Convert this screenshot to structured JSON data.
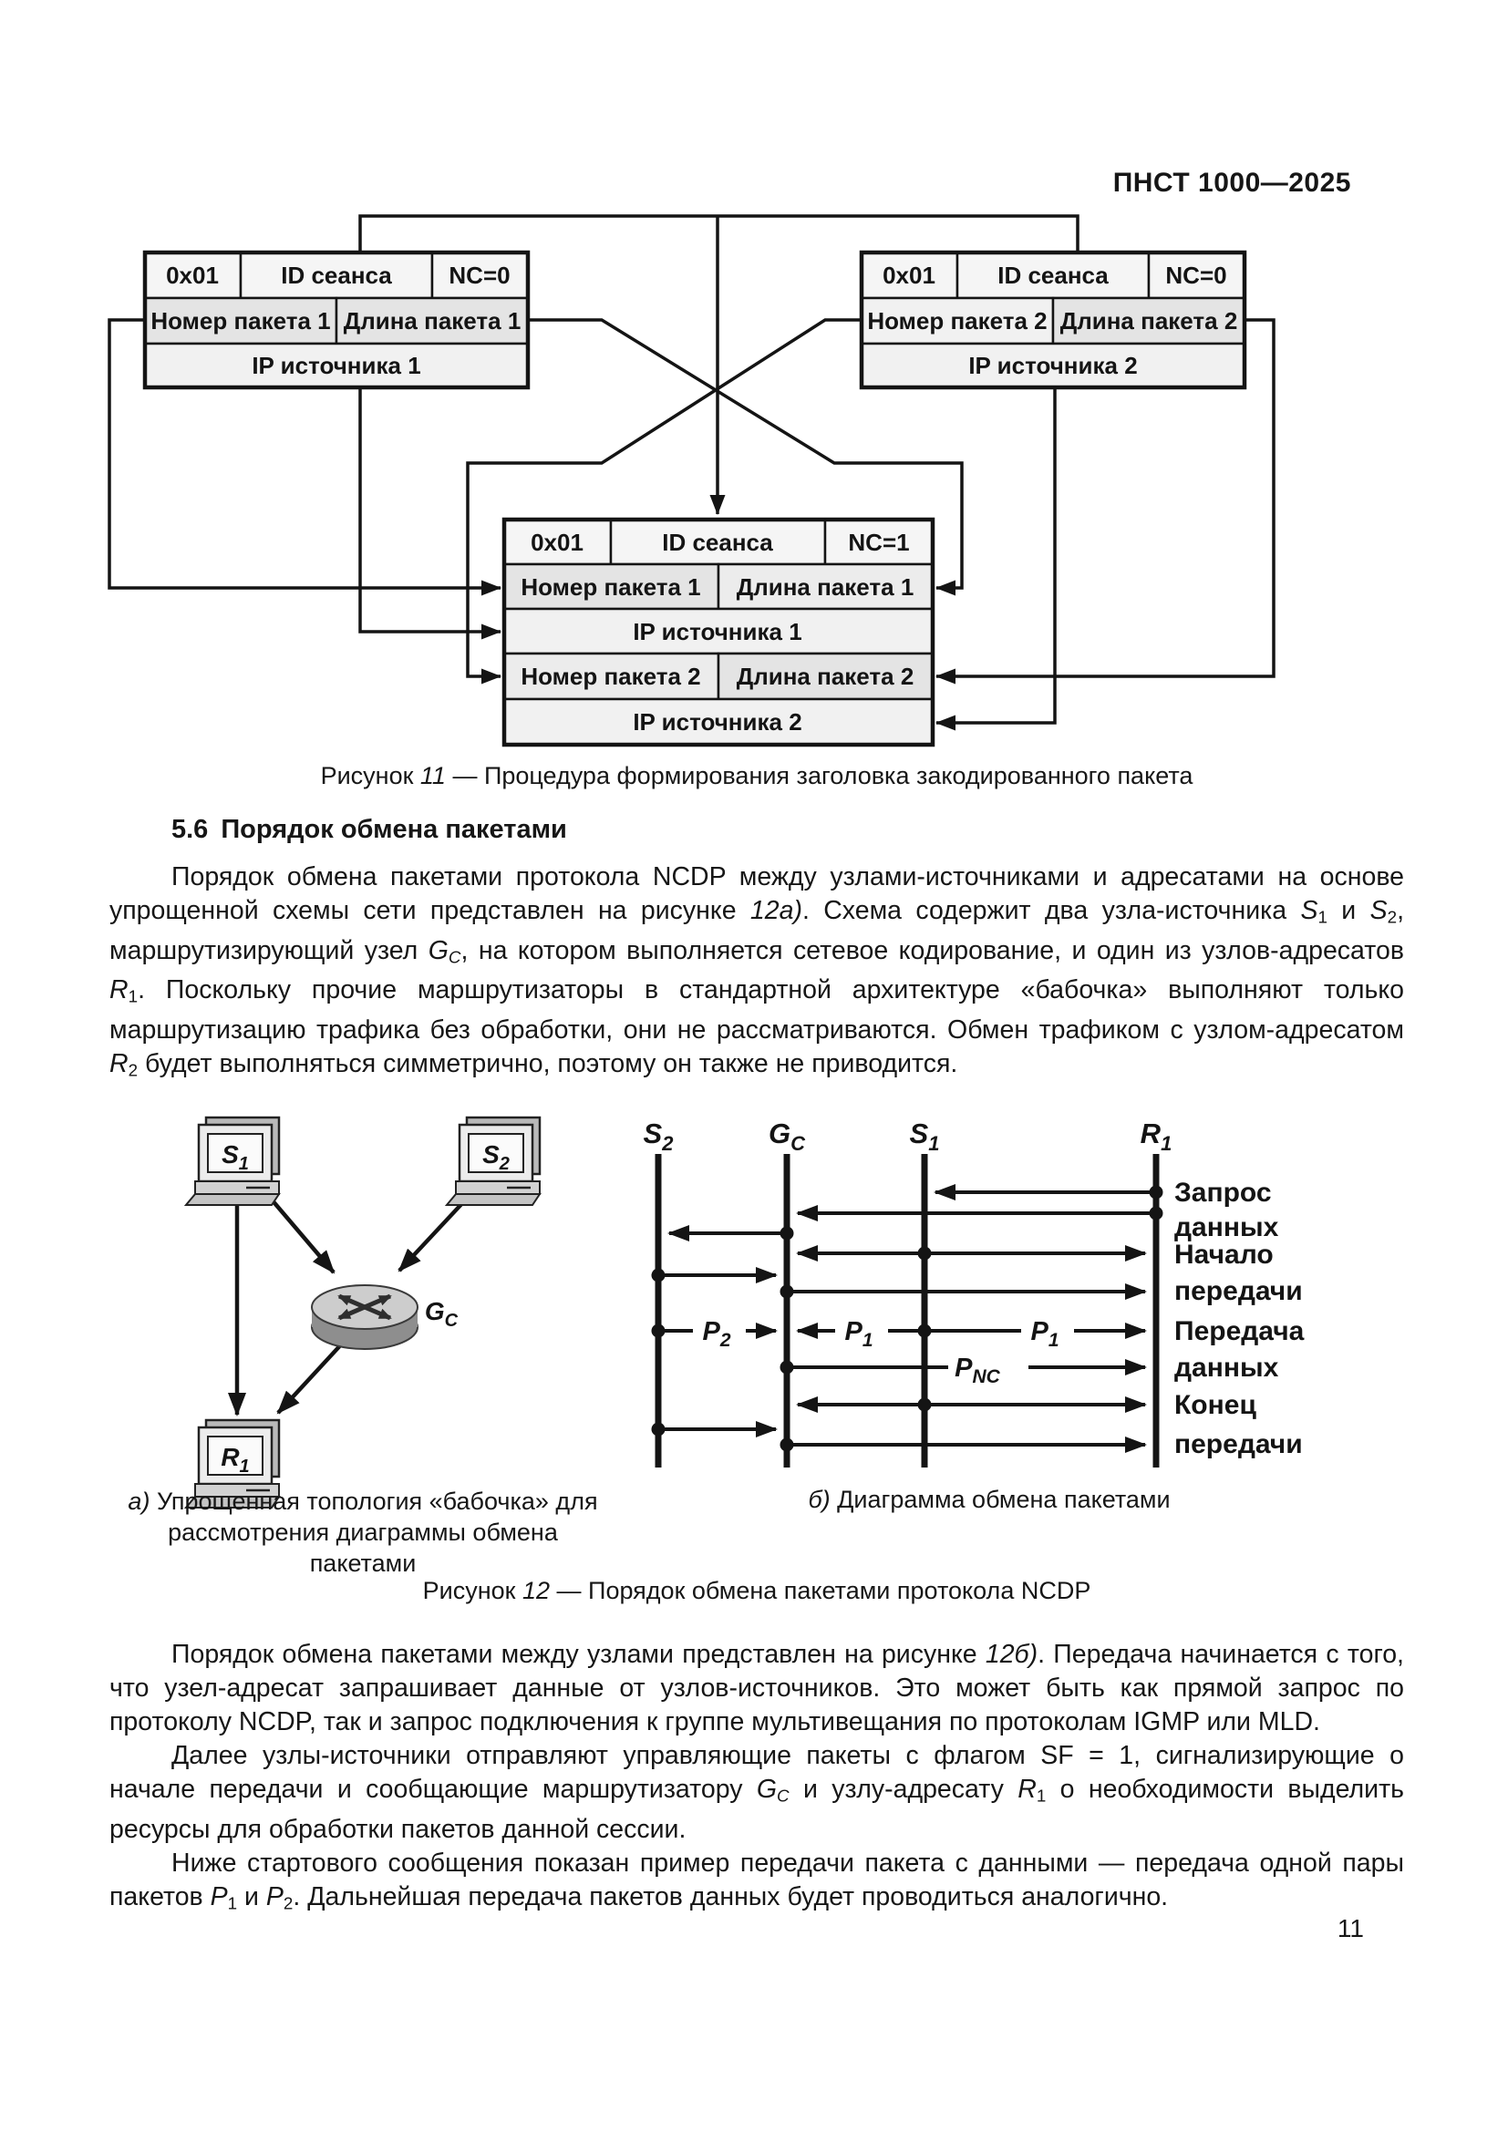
{
  "header": {
    "doc_code": "ПНСТ 1000—2025"
  },
  "page_number": "11",
  "palette": {
    "ink": "#141414",
    "cell_light": "#f3f3f3",
    "cell_lighter": "#f7f7f7",
    "cell_gray": "#e4e4e4"
  },
  "figure11": {
    "caption_runs": [
      {
        "t": "Рисунок "
      },
      {
        "t": "11",
        "i": 1
      },
      {
        "t": " — Процедура формирования заголовка закодированного пакета"
      }
    ],
    "packet1": {
      "f1": "0x01",
      "f2": "ID сеанса",
      "f3": "NC=0",
      "f4": "Номер пакета 1",
      "f5": "Длина пакета 1",
      "f6": "IP источника 1"
    },
    "packet2": {
      "f1": "0x01",
      "f2": "ID сеанса",
      "f3": "NC=0",
      "f4": "Номер пакета 2",
      "f5": "Длина пакета 2",
      "f6": "IP источника 2"
    },
    "coded": {
      "f1": "0x01",
      "f2": "ID сеанса",
      "f3": "NC=1",
      "f4": "Номер пакета 1",
      "f5": "Длина пакета 1",
      "f6": "IP источника 1",
      "f7": "Номер пакета 2",
      "f8": "Длина пакета 2",
      "f9": "IP источника 2"
    }
  },
  "section": {
    "number": "5.6",
    "title": "Порядок обмена пакетами"
  },
  "paragraphs": {
    "p1": [
      {
        "t": "Порядок обмена пакетами протокола NCDP между узлами-источниками и адресатами на основе упрощенной схемы сети представлен на рисунке "
      },
      {
        "t": "12а)",
        "i": 1
      },
      {
        "t": ". Схема содержит два узла-источника "
      },
      {
        "t": "S",
        "i": 1
      },
      {
        "t": "1",
        "sub": 1
      },
      {
        "t": " и "
      },
      {
        "t": "S",
        "i": 1
      },
      {
        "t": "2",
        "sub": 1
      },
      {
        "t": ", маршрутизирующий узел "
      },
      {
        "t": "G",
        "i": 1
      },
      {
        "t": "C",
        "i": 1,
        "sub": 1
      },
      {
        "t": ", на котором выполняется сетевое кодирование, и один из узлов-адресатов "
      },
      {
        "t": "R",
        "i": 1
      },
      {
        "t": "1",
        "sub": 1
      },
      {
        "t": ". Поскольку прочие маршрутизаторы в стандартной архитектуре «бабочка» выполняют только маршрутизацию трафика без обработки, они не рассматриваются. Обмен трафиком с узлом-адресатом "
      },
      {
        "t": "R",
        "i": 1
      },
      {
        "t": "2",
        "sub": 1
      },
      {
        "t": " будет выполняться симметрично, поэтому он также не приводится."
      }
    ],
    "p2": [
      {
        "t": "Порядок обмена пакетами между узлами представлен на рисунке "
      },
      {
        "t": "12б)",
        "i": 1
      },
      {
        "t": ". Передача начинается с того, что узел-адресат запрашивает данные от узлов-источников. Это может быть как прямой запрос по протоколу NCDP, так и запрос подключения к группе мультивещания по протоколам IGMP или MLD."
      }
    ],
    "p3": [
      {
        "t": "Далее узлы-источники отправляют управляющие пакеты с флагом SF = 1, сигнализирующие о начале передачи и сообщающие маршрутизатору "
      },
      {
        "t": "G",
        "i": 1
      },
      {
        "t": "C",
        "i": 1,
        "sub": 1
      },
      {
        "t": " и узлу-адресату "
      },
      {
        "t": "R",
        "i": 1
      },
      {
        "t": "1",
        "sub": 1
      },
      {
        "t": " о необходимости выделить ресурсы для обработки пакетов данной сессии."
      }
    ],
    "p4": [
      {
        "t": "Ниже стартового сообщения показан пример передачи пакета с данными — передача одной пары пакетов "
      },
      {
        "t": "P",
        "i": 1
      },
      {
        "t": "1",
        "sub": 1
      },
      {
        "t": " и "
      },
      {
        "t": "P",
        "i": 1
      },
      {
        "t": "2",
        "sub": 1
      },
      {
        "t": ". Дальнейшая передача пакетов данных будет проводиться аналогично."
      }
    ]
  },
  "figure12": {
    "caption_runs": [
      {
        "t": "Рисунок "
      },
      {
        "t": "12",
        "i": 1
      },
      {
        "t": " — Порядок обмена пакетами протокола NCDP"
      }
    ],
    "topology": {
      "caption_line1": [
        {
          "t": "а)",
          "i": 1
        },
        {
          "t": " Упрощенная топология «бабочка» для"
        }
      ],
      "caption_line2": [
        {
          "t": "рассмотрения диаграммы обмена пакетами"
        }
      ],
      "nodes": {
        "s1": {
          "main": "S",
          "sub": "1"
        },
        "s2": {
          "main": "S",
          "sub": "2"
        },
        "gc": {
          "main": "G",
          "sub": "C"
        },
        "r1": {
          "main": "R",
          "sub": "1"
        }
      }
    },
    "sequence": {
      "caption_runs": [
        {
          "t": "б)",
          "i": 1
        },
        {
          "t": " Диаграмма обмена пакетами"
        }
      ],
      "lifelines": {
        "s2": {
          "main": "S",
          "sub": "2"
        },
        "gc": {
          "main": "G",
          "sub": "C"
        },
        "s1": {
          "main": "S",
          "sub": "1"
        },
        "r1": {
          "main": "R",
          "sub": "1"
        }
      },
      "packets": {
        "p2": {
          "main": "P",
          "sub": "2"
        },
        "p1a": {
          "main": "P",
          "sub": "1"
        },
        "p1b": {
          "main": "P",
          "sub": "1"
        },
        "pnc": {
          "main": "P",
          "sub": "NC"
        }
      },
      "phases": {
        "l1a": "Запрос",
        "l1b": "данных",
        "l2a": "Начало",
        "l2b": "передачи",
        "l3a": "Передача",
        "l3b": "данных",
        "l4a": "Конец",
        "l4b": "передачи"
      }
    }
  }
}
